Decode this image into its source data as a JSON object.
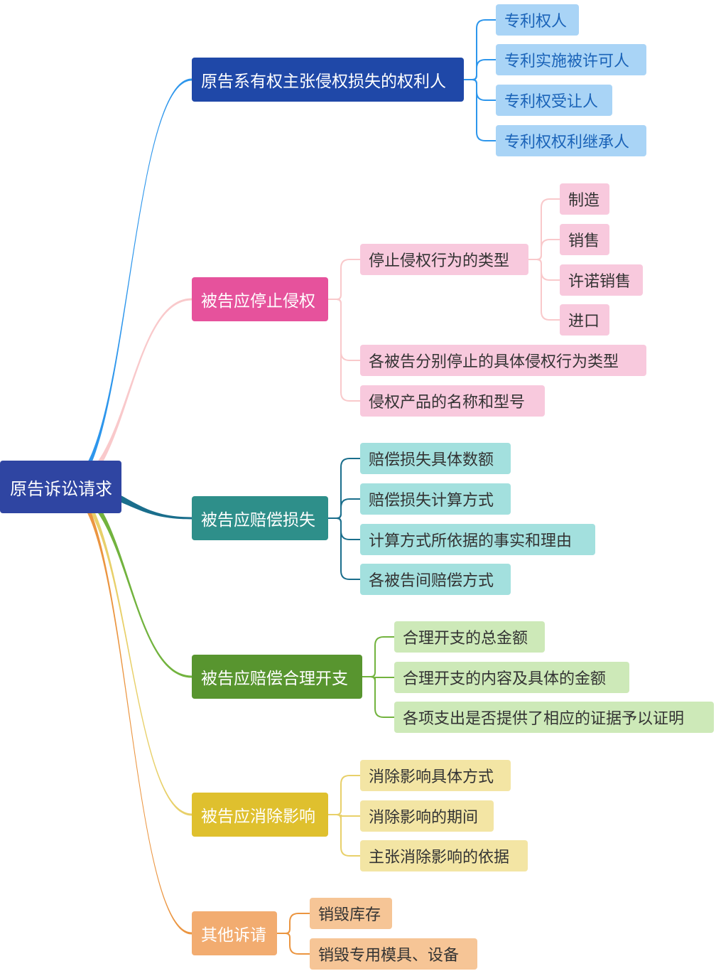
{
  "root": {
    "label": "原告诉讼请求",
    "color": "#2f45a2"
  },
  "branches": [
    {
      "label": "原告系有权主张侵权损失的权利人",
      "color": "#1f48a8",
      "line": "#2d96ec",
      "leaf_bg": "#a9d4f6",
      "leaf_text": "#1a63b8",
      "children": [
        {
          "label": "专利权人"
        },
        {
          "label": "专利实施被许可人"
        },
        {
          "label": "专利权受让人"
        },
        {
          "label": "专利权权利继承人"
        }
      ]
    },
    {
      "label": "被告应停止侵权",
      "color": "#e6529c",
      "line": "#f9c9cb",
      "leaf_bg": "#f8c9dd",
      "leaf_text": "#333333",
      "children": [
        {
          "label": "停止侵权行为的类型",
          "children": [
            {
              "label": "制造"
            },
            {
              "label": "销售"
            },
            {
              "label": "许诺销售"
            },
            {
              "label": "进口"
            }
          ]
        },
        {
          "label": "各被告分别停止的具体侵权行为类型"
        },
        {
          "label": "侵权产品的名称和型号"
        }
      ]
    },
    {
      "label": "被告应赔偿损失",
      "color": "#2e8f8a",
      "line": "#1a6e8c",
      "leaf_bg": "#a3e0de",
      "leaf_text": "#333333",
      "children": [
        {
          "label": "赔偿损失具体数额"
        },
        {
          "label": "赔偿损失计算方式"
        },
        {
          "label": "计算方式所依据的事实和理由"
        },
        {
          "label": "各被告间赔偿方式"
        }
      ]
    },
    {
      "label": "被告应赔偿合理开支",
      "color": "#58952f",
      "line": "#72b33e",
      "leaf_bg": "#cde9b8",
      "leaf_text": "#333333",
      "children": [
        {
          "label": "合理开支的总金额"
        },
        {
          "label": "合理开支的内容及具体的金额"
        },
        {
          "label": "各项支出是否提供了相应的证据予以证明"
        }
      ]
    },
    {
      "label": "被告应消除影响",
      "color": "#dfc02e",
      "line": "#e8d06a",
      "leaf_bg": "#f3e5a4",
      "leaf_text": "#333333",
      "children": [
        {
          "label": "消除影响具体方式"
        },
        {
          "label": "消除影响的期间"
        },
        {
          "label": "主张消除影响的依据"
        }
      ]
    },
    {
      "label": "其他诉请",
      "color": "#f2ac70",
      "line": "#eb9540",
      "leaf_bg": "#f6c596",
      "leaf_text": "#333333",
      "children": [
        {
          "label": "销毁库存"
        },
        {
          "label": "销毁专用模具、设备"
        }
      ]
    }
  ]
}
